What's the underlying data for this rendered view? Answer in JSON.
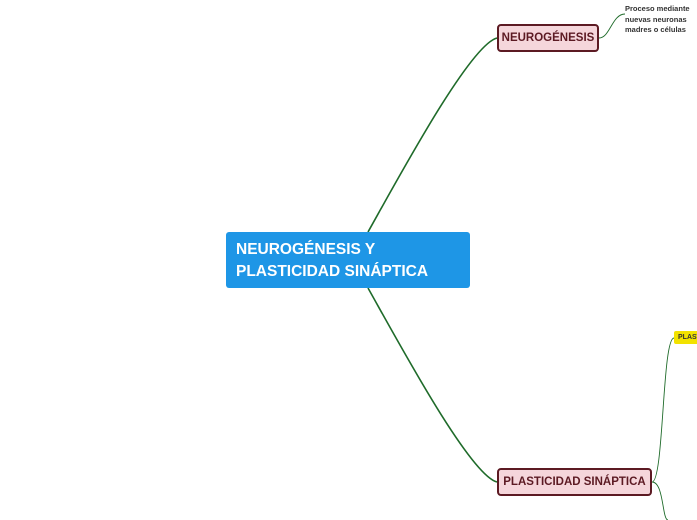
{
  "central_topic": {
    "line1": "NEUROGÉNESIS Y",
    "line2": "PLASTICIDAD SINÁPTICA"
  },
  "branches": [
    {
      "label": "NEUROGÉNESIS"
    },
    {
      "label": "PLASTICIDAD SINÁPTICA"
    }
  ],
  "neurogenesis_note": {
    "line1": "Proceso mediante",
    "line2": "nuevas neuronas",
    "line3": "madres o células"
  },
  "plasticidad_subtopic": {
    "label": "PLAST"
  },
  "colors": {
    "central_fill": "#1e96e6",
    "branch_fill": "#f5d6db",
    "branch_border": "#5c1a23",
    "connector": "#1f6b2a",
    "subtopic_fill": "#f2e200"
  }
}
